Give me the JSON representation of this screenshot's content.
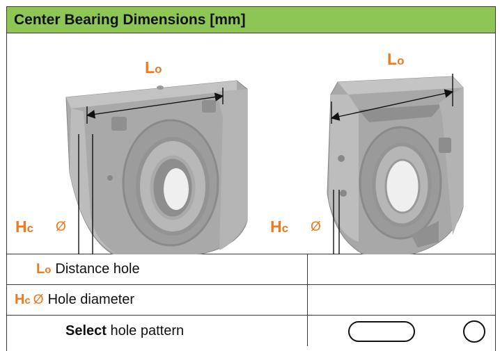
{
  "header": {
    "title": "Center Bearing Dimensions [mm]"
  },
  "figure": {
    "lo_main": "L",
    "lo_sub": "o",
    "hc_main": "H",
    "hc_sub": "c",
    "diameter_symbol": "Ø"
  },
  "rows": {
    "distance": {
      "sym_main": "L",
      "sym_sub": "o",
      "label": "Distance hole",
      "value": ""
    },
    "diameter": {
      "sym_main": "H",
      "sym_sub": "c",
      "phi": "Ø",
      "label": "Hole diameter",
      "value": ""
    },
    "pattern": {
      "label_bold": "Select",
      "label_rest": " hole pattern"
    }
  },
  "colors": {
    "header_bg": "#8dc655",
    "accent": "#ee7a1f",
    "border": "#3a3a3a"
  }
}
